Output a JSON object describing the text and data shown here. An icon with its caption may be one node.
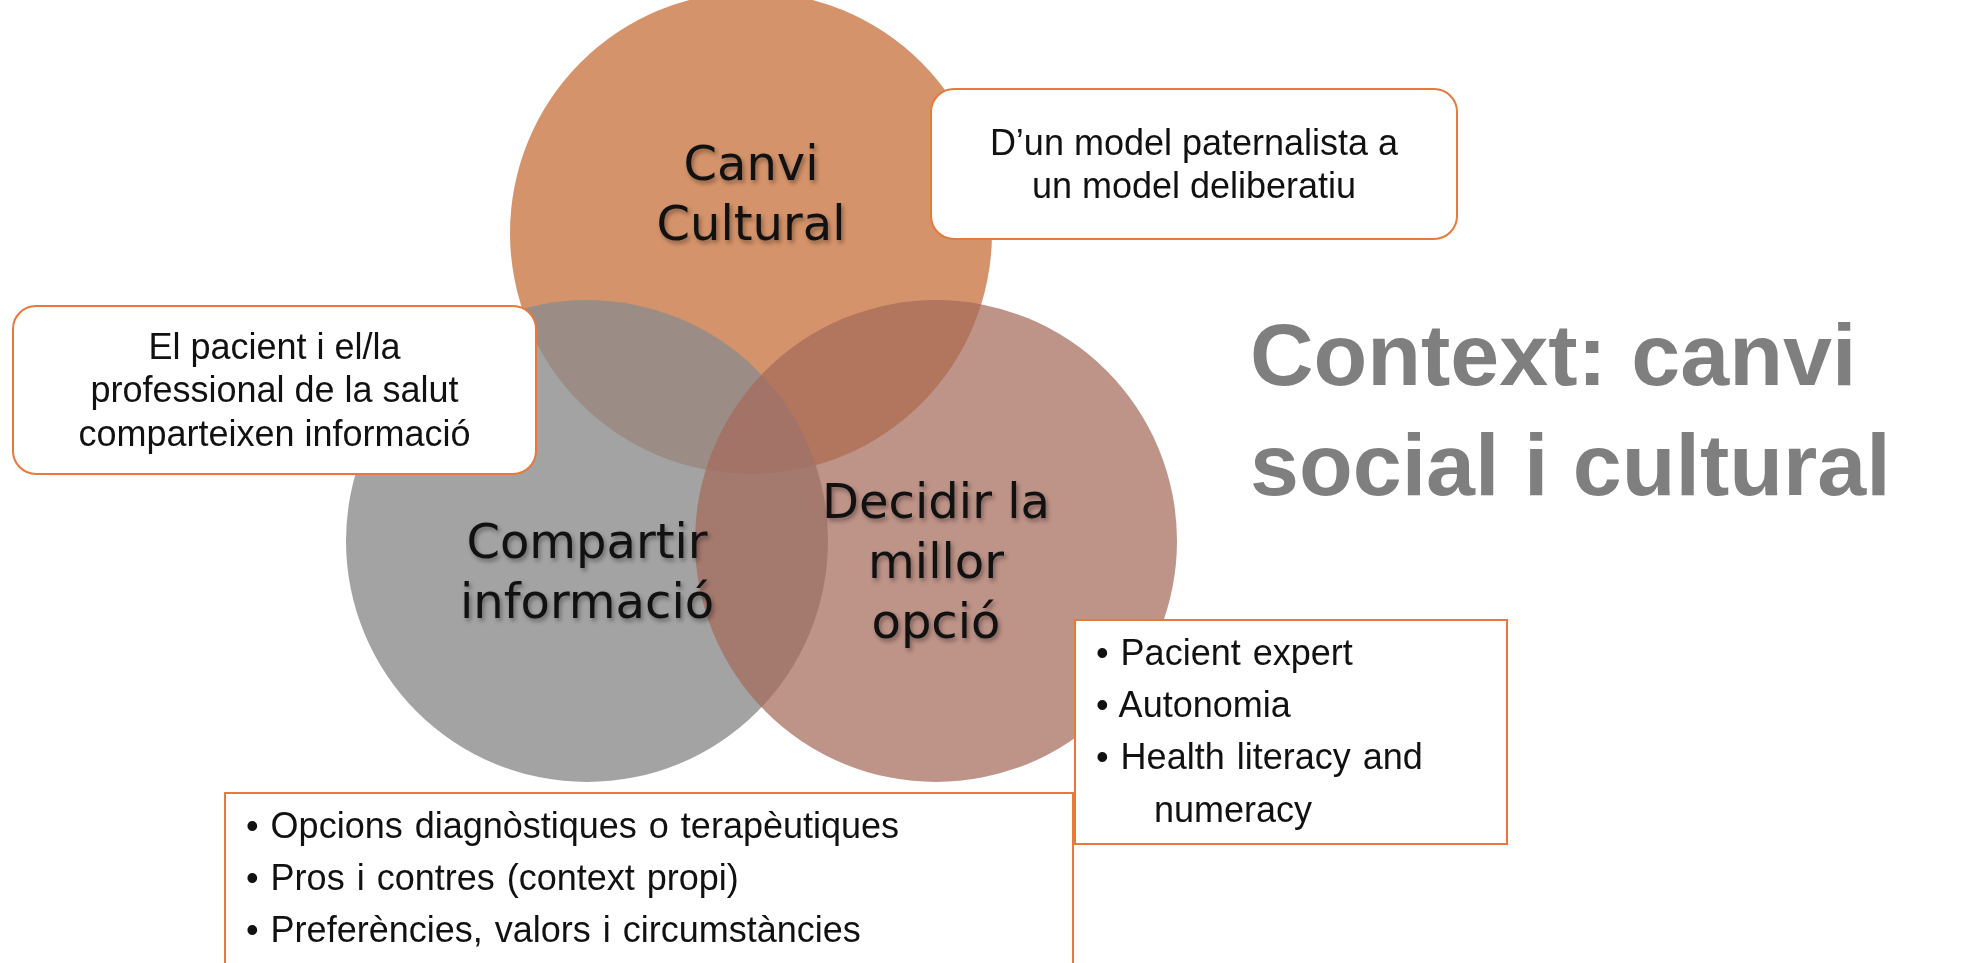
{
  "diagram": {
    "title": "Context: canvi social i cultural",
    "nodes": [
      {
        "text": [
          "Canvi Cultural"
        ]
      },
      {
        "text": [
          "D’un model paternalista a un model deliberatiu"
        ]
      },
      {
        "text": [
          "El pacient i el/la professional de la salut comparteixen informació"
        ]
      },
      {
        "text": [
          "Compartir informació"
        ]
      },
      {
        "text": [
          "Decidir la millor opció"
        ]
      },
      {
        "text": [
          "• Pacient expert",
          "• Autonomia",
          "• Health literacy and numeracy"
        ]
      },
      {
        "text": [
          "• Opcions diagnòstiques o terapèutiques",
          "• Pros i contres (context propi)",
          "• Preferències, valors i circumstàncies"
        ]
      }
    ],
    "edges": []
  }
}
